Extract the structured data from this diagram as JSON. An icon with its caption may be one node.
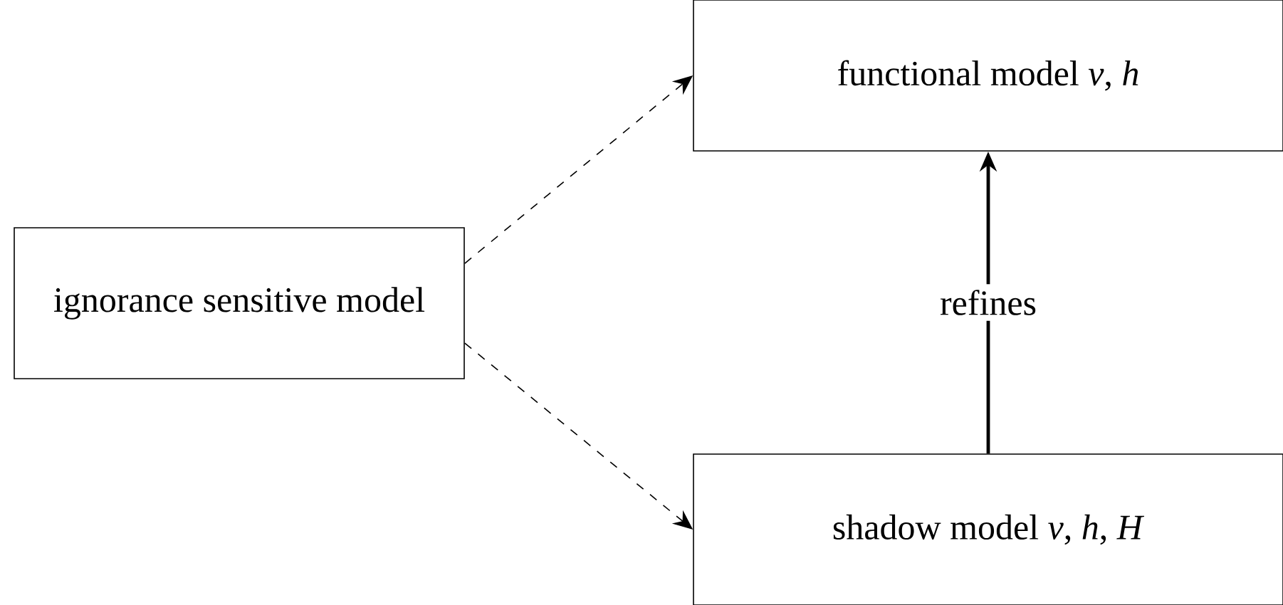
{
  "diagram": {
    "nodes": [
      {
        "text": [
          "ignorance sensitive model"
        ]
      },
      {
        "text": [
          "functional model *v*, *h*"
        ]
      },
      {
        "text": [
          "shadow model *v*, *h*, *H*"
        ]
      }
    ],
    "edges": [
      {
        "from": 0,
        "to": 1,
        "arrow": "to",
        "style": "dashed"
      },
      {
        "from": 0,
        "to": 2,
        "arrow": "to",
        "style": "dashed"
      },
      {
        "from": 2,
        "to": 1,
        "arrow": "to",
        "style": "thick",
        "label": "refines"
      }
    ]
  }
}
